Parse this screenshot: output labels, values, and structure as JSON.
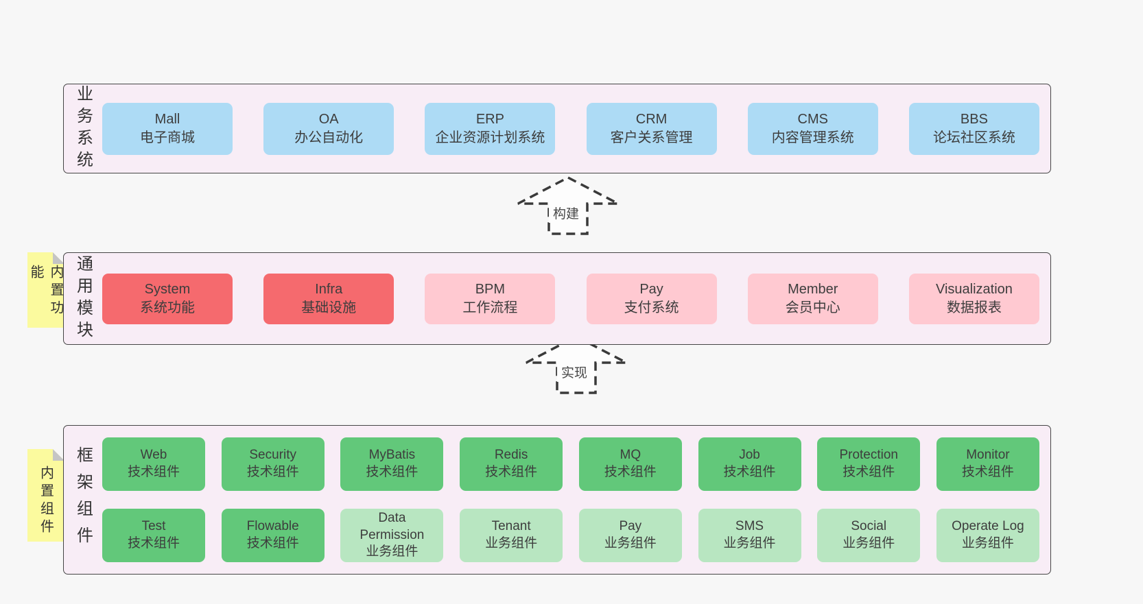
{
  "colors": {
    "page_bg": "#f7f7f7",
    "band_bg": "#f8edf6",
    "band_border": "#454545",
    "note_bg": "#fbfa9e",
    "note_fold": "#c5c5c5",
    "text": "#3d3d3d",
    "blue": "#addbf5",
    "red": "#f56a6e",
    "pink": "#ffc9d1",
    "green": "#62c87a",
    "light_green": "#b8e6c1"
  },
  "notes": [
    {
      "text": "内置功能"
    },
    {
      "text": "内置组件"
    }
  ],
  "arrows": [
    {
      "label": "构建"
    },
    {
      "label": "实现"
    }
  ],
  "bands": [
    {
      "label": "业务系统",
      "rows": [
        [
          {
            "en": "Mall",
            "zh": "电子商城",
            "type": "blue"
          },
          {
            "en": "OA",
            "zh": "办公自动化",
            "type": "blue"
          },
          {
            "en": "ERP",
            "zh": "企业资源计划系统",
            "type": "blue"
          },
          {
            "en": "CRM",
            "zh": "客户关系管理",
            "type": "blue"
          },
          {
            "en": "CMS",
            "zh": "内容管理系统",
            "type": "blue"
          },
          {
            "en": "BBS",
            "zh": "论坛社区系统",
            "type": "blue"
          }
        ]
      ]
    },
    {
      "label": "通用模块",
      "rows": [
        [
          {
            "en": "System",
            "zh": "系统功能",
            "type": "red"
          },
          {
            "en": "Infra",
            "zh": "基础设施",
            "type": "red"
          },
          {
            "en": "BPM",
            "zh": "工作流程",
            "type": "pink"
          },
          {
            "en": "Pay",
            "zh": "支付系统",
            "type": "pink"
          },
          {
            "en": "Member",
            "zh": "会员中心",
            "type": "pink"
          },
          {
            "en": "Visualization",
            "zh": "数据报表",
            "type": "pink"
          }
        ]
      ]
    },
    {
      "label": "框架组件",
      "rows": [
        [
          {
            "en": "Web",
            "zh": "技术组件",
            "type": "green"
          },
          {
            "en": "Security",
            "zh": "技术组件",
            "type": "green"
          },
          {
            "en": "MyBatis",
            "zh": "技术组件",
            "type": "green"
          },
          {
            "en": "Redis",
            "zh": "技术组件",
            "type": "green"
          },
          {
            "en": "MQ",
            "zh": "技术组件",
            "type": "green"
          },
          {
            "en": "Job",
            "zh": "技术组件",
            "type": "green"
          },
          {
            "en": "Protection",
            "zh": "技术组件",
            "type": "green"
          },
          {
            "en": "Monitor",
            "zh": "技术组件",
            "type": "green"
          }
        ],
        [
          {
            "en": "Test",
            "zh": "技术组件",
            "type": "green"
          },
          {
            "en": "Flowable",
            "zh": "技术组件",
            "type": "green"
          },
          {
            "en": "Data Permission",
            "zh": "业务组件",
            "type": "light_green"
          },
          {
            "en": "Tenant",
            "zh": "业务组件",
            "type": "light_green"
          },
          {
            "en": "Pay",
            "zh": "业务组件",
            "type": "light_green"
          },
          {
            "en": "SMS",
            "zh": "业务组件",
            "type": "light_green"
          },
          {
            "en": "Social",
            "zh": "业务组件",
            "type": "light_green"
          },
          {
            "en": "Operate Log",
            "zh": "业务组件",
            "type": "light_green"
          }
        ]
      ]
    }
  ]
}
